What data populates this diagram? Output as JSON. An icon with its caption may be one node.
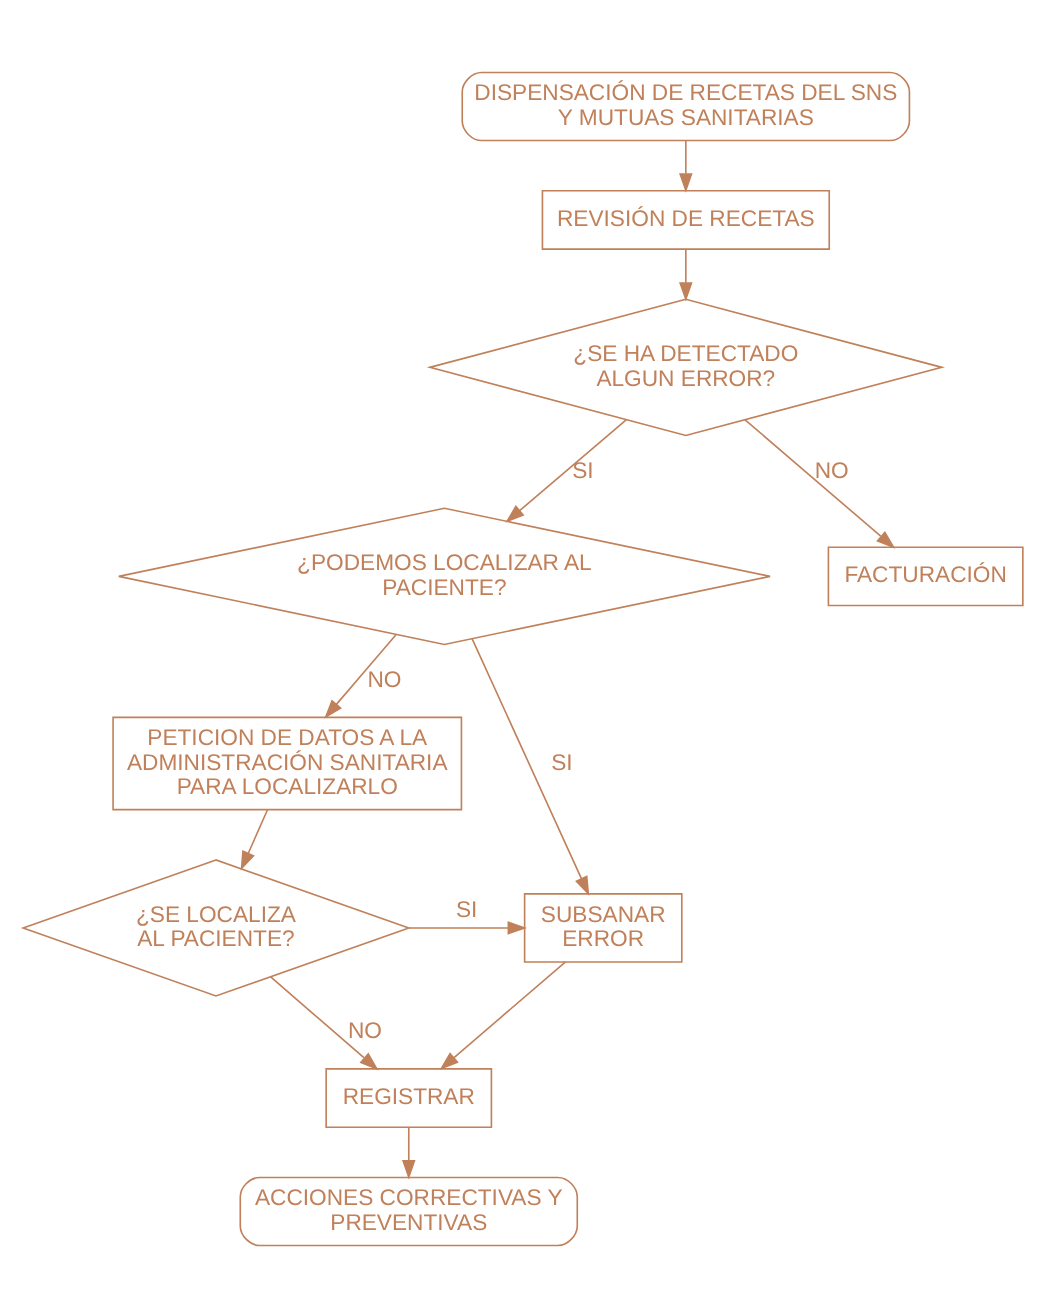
{
  "diagram": {
    "nodes": [
      {
        "text": [
          "DISPENSACIÓN DE RECETAS DEL SNS Y MUTUAS SANITARIAS"
        ]
      },
      {
        "text": [
          "REVISIÓN DE RECETAS"
        ]
      },
      {
        "text": [
          "¿SE HA DETECTADO ALGUN ERROR?"
        ]
      },
      {
        "text": [
          "¿PODEMOS LOCALIZAR AL PACIENTE?"
        ]
      },
      {
        "text": [
          "FACTURACIÓN"
        ]
      },
      {
        "text": [
          "PETICION DE DATOS A LA ADMINISTRACIÓN SANITARIA PARA LOCALIZARLO"
        ]
      },
      {
        "text": [
          "¿SE LOCALIZA AL PACIENTE?"
        ]
      },
      {
        "text": [
          "SUBSANAR ERROR"
        ]
      },
      {
        "text": [
          "REGISTRAR"
        ]
      },
      {
        "text": [
          "ACCIONES CORRECTIVAS Y PREVENTIVAS"
        ]
      }
    ],
    "edges": [
      {
        "from": 0,
        "to": 1,
        "arrow": "to"
      },
      {
        "from": 1,
        "to": 2,
        "arrow": "to"
      },
      {
        "from": 2,
        "to": 3,
        "label": "SI",
        "arrow": "to"
      },
      {
        "from": 2,
        "to": 4,
        "label": "NO",
        "arrow": "to"
      },
      {
        "from": 3,
        "to": 5,
        "label": "NO",
        "arrow": "to"
      },
      {
        "from": 3,
        "to": 7,
        "label": "SI",
        "arrow": "to"
      },
      {
        "from": 5,
        "to": 6,
        "arrow": "to"
      },
      {
        "from": 6,
        "to": 7,
        "label": "SI",
        "arrow": "to"
      },
      {
        "from": 6,
        "to": 8,
        "label": "NO",
        "arrow": "to"
      },
      {
        "from": 7,
        "to": 8,
        "arrow": "to"
      },
      {
        "from": 8,
        "to": 9,
        "arrow": "to"
      }
    ]
  }
}
